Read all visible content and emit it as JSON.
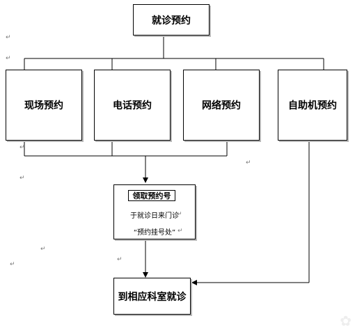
{
  "top": {
    "label": "就诊预约"
  },
  "methods": [
    {
      "label": "现场预约"
    },
    {
      "label": "电话预约"
    },
    {
      "label": "网络预约"
    },
    {
      "label": "自助机预约"
    }
  ],
  "pickup": {
    "title": "领取预约号",
    "line1": "于就诊日来门诊",
    "line2": "“预约挂号处”"
  },
  "final": {
    "label": "到相应科室就诊"
  },
  "paragraph_mark": "↵",
  "colors": {
    "line": "#000000",
    "shadow": "#b8b8b8"
  }
}
